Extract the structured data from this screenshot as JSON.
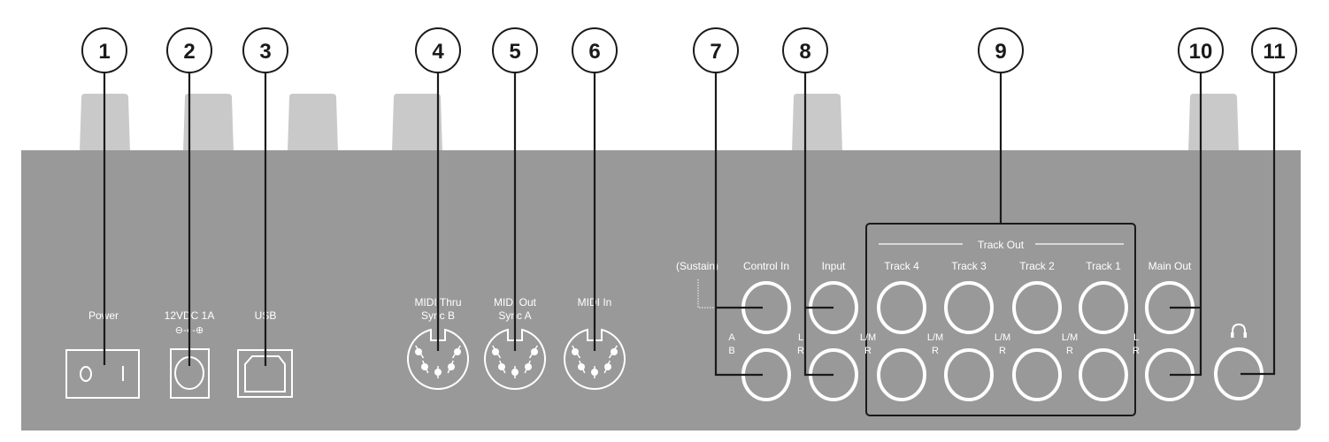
{
  "callouts": [
    "1",
    "2",
    "3",
    "4",
    "5",
    "6",
    "7",
    "8",
    "9",
    "10",
    "11"
  ],
  "labels": {
    "power": "Power",
    "dc": "12VDC 1A",
    "dc_polarity": "⊖-◐-⊕",
    "usb": "USB",
    "midi_thru_1": "MIDI Thru",
    "midi_thru_2": "Sync B",
    "midi_out_1": "MIDI Out",
    "midi_out_2": "Sync A",
    "midi_in": "MIDI In",
    "sustain": "(Sustain)",
    "control_in": "Control In",
    "input": "Input",
    "track_out": "Track Out",
    "track4": "Track 4",
    "track3": "Track 3",
    "track2": "Track 2",
    "track1": "Track 1",
    "main_out": "Main Out",
    "a": "A",
    "b": "B",
    "l": "L",
    "r": "R",
    "lm": "L/M"
  },
  "icons": {
    "headphones": "headphones-icon"
  },
  "colors": {
    "panel": "#9a9999",
    "knob": "#c9c9c9",
    "ink": "#1a1a1a",
    "marking": "#ffffff"
  }
}
